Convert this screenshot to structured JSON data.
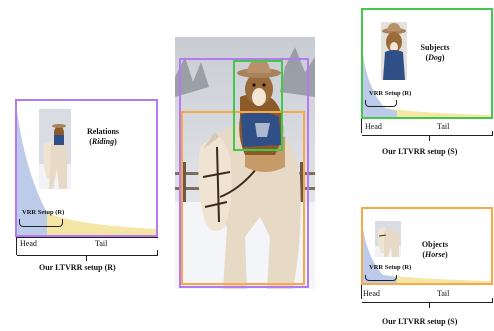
{
  "colors": {
    "purple": "#b57af2",
    "orange": "#f7a948",
    "green": "#44c84a",
    "blue_fill": "#bccbe9",
    "yellow_fill": "#f6e6a6",
    "sky": "#d9dce2",
    "snow": "#f2f3f6",
    "horse": "#e8dccb",
    "dog_fur": "#8a5a2b",
    "hat": "#b08a60"
  },
  "icons": {
    "dog_thumbnail": "dog-in-hat-photo-icon",
    "horse_thumbnail": "horse-photo-icon",
    "relation_thumbnail": "dog-riding-horse-photo-icon"
  },
  "relations_panel": {
    "title_line1": "Relations",
    "title_line2": "Riding",
    "vrr_setup": "VRR Setup (R)",
    "head_label": "Head",
    "tail_label": "Tail",
    "setup_caption": "Our LTVRR setup (R)"
  },
  "subjects_panel": {
    "title_line1": "Subjects",
    "title_line2": "Dog",
    "vrr_setup": "VRR Setup (R)",
    "head_label": "Head",
    "tail_label": "Tail",
    "setup_caption": "Our LTVRR setup (S)"
  },
  "objects_panel": {
    "title_line1": "Objects",
    "title_line2": "Horse",
    "vrr_setup": "VRR Setup (R)",
    "head_label": "Head",
    "tail_label": "Tail",
    "setup_caption": "Our LTVRR setup (S)"
  }
}
